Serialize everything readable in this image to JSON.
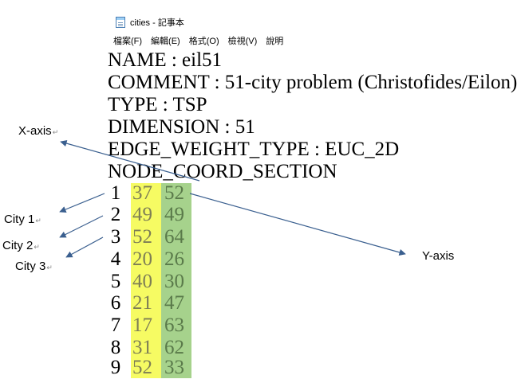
{
  "window": {
    "title": "cities - 記事本",
    "icon": "notepad-icon"
  },
  "menu": [
    {
      "label": "檔案(F)"
    },
    {
      "label": "編輯(E)"
    },
    {
      "label": "格式(O)"
    },
    {
      "label": "檢視(V)"
    },
    {
      "label": "說明"
    }
  ],
  "header_lines": [
    "NAME : eil51",
    "COMMENT : 51-city problem (Christofides/Eilon)",
    "TYPE : TSP",
    "DIMENSION : 51",
    "EDGE_WEIGHT_TYPE : EUC_2D",
    "NODE_COORD_SECTION"
  ],
  "rows": [
    {
      "id": "1",
      "x": "37",
      "y": "52"
    },
    {
      "id": "2",
      "x": "49",
      "y": "49"
    },
    {
      "id": "3",
      "x": "52",
      "y": "64"
    },
    {
      "id": "4",
      "x": "20",
      "y": "26"
    },
    {
      "id": "5",
      "x": "40",
      "y": "30"
    },
    {
      "id": "6",
      "x": "21",
      "y": "47"
    },
    {
      "id": "7",
      "x": "17",
      "y": "63"
    },
    {
      "id": "8",
      "x": "31",
      "y": "62"
    },
    {
      "id": "9",
      "x": "52",
      "y": "33"
    }
  ],
  "highlight_colors": {
    "x_column": "#f6fb63",
    "y_column": "#a6d28c"
  },
  "annotations": {
    "x_axis": "X-axis",
    "y_axis": "Y-axis",
    "city1": "City 1",
    "city2": "City 2",
    "city3": "City 3",
    "paragraph_mark": "↵"
  }
}
